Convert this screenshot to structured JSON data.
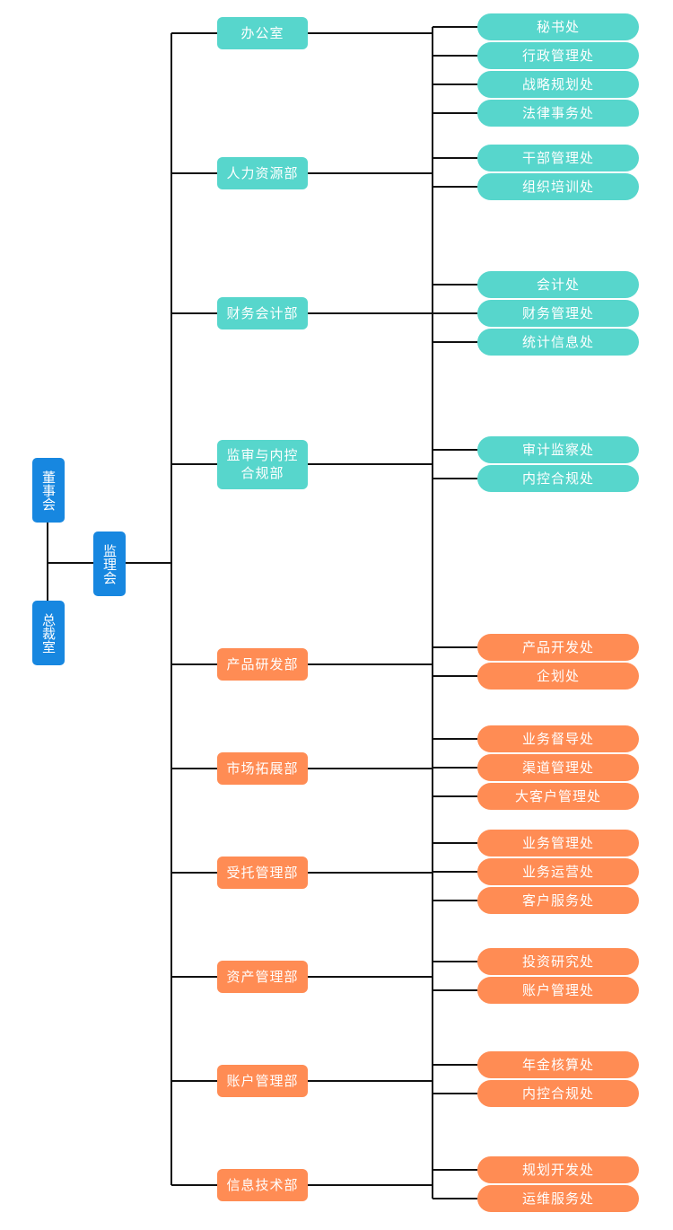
{
  "colors": {
    "top": "#1787e0",
    "admin": "#57d6cc",
    "business": "#ff8c54",
    "line": "#111111"
  },
  "top": [
    {
      "label": "董事会"
    },
    {
      "label": "总裁室"
    },
    {
      "label": "监理会"
    }
  ],
  "departments": [
    {
      "label": "办公室",
      "group": "admin",
      "children": [
        "秘书处",
        "行政管理处",
        "战略规划处",
        "法律事务处"
      ]
    },
    {
      "label": "人力资源部",
      "group": "admin",
      "children": [
        "干部管理处",
        "组织培训处"
      ]
    },
    {
      "label": "财务会计部",
      "group": "admin",
      "children": [
        "会计处",
        "财务管理处",
        "统计信息处"
      ]
    },
    {
      "label": "监审与内控合规部",
      "group": "admin",
      "children": [
        "审计监察处",
        "内控合规处"
      ]
    },
    {
      "label": "产品研发部",
      "group": "business",
      "children": [
        "产品开发处",
        "企划处"
      ]
    },
    {
      "label": "市场拓展部",
      "group": "business",
      "children": [
        "业务督导处",
        "渠道管理处",
        "大客户管理处"
      ]
    },
    {
      "label": "受托管理部",
      "group": "business",
      "children": [
        "业务管理处",
        "业务运营处",
        "客户服务处"
      ]
    },
    {
      "label": "资产管理部",
      "group": "business",
      "children": [
        "投资研究处",
        "账户管理处"
      ]
    },
    {
      "label": "账户管理部",
      "group": "business",
      "children": [
        "年金核算处",
        "内控合规处"
      ]
    },
    {
      "label": "信息技术部",
      "group": "business",
      "children": [
        "规划开发处",
        "运维服务处"
      ]
    }
  ]
}
